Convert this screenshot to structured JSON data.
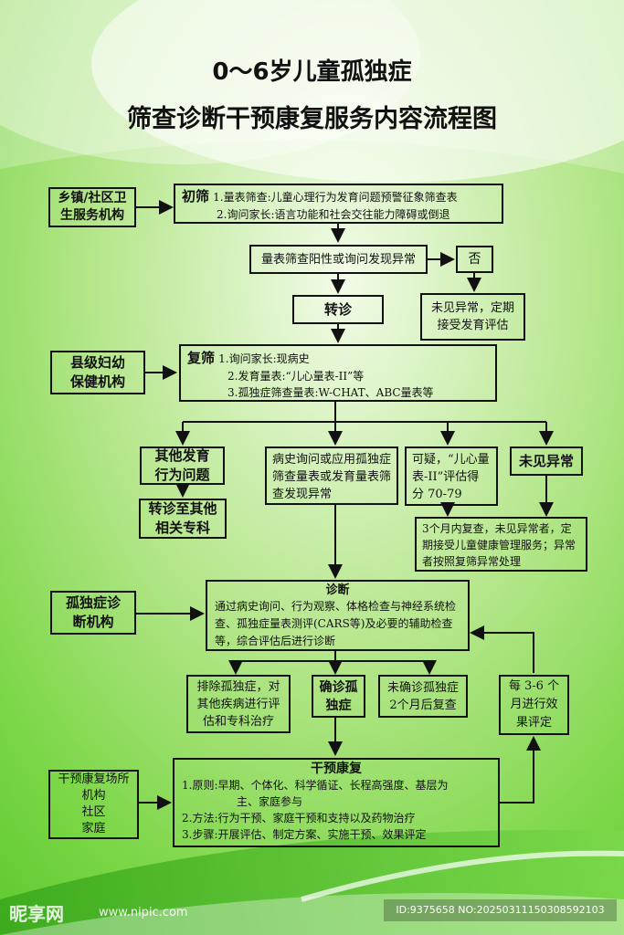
{
  "title_line1": "0～6岁儿童孤独症",
  "title_line2": "筛查诊断干预康复服务内容流程图",
  "org_township": "乡镇/社区卫生服务机构",
  "screen1": {
    "label": "初筛",
    "line1": "1.量表筛查:儿童心理行为发育问题预警征象筛查表",
    "line2": "2.询问家长:语言功能和社会交往能力障碍或倒退"
  },
  "positive": "量表筛查阳性或询问发现异常",
  "no": "否",
  "no_abnormal": "未见异常，定期接受发育评估",
  "referral": "转诊",
  "org_county": "县级妇幼保健机构",
  "screen2": {
    "label": "复筛",
    "line1": "1.询问家长:现病史",
    "line2": "2.发育量表:“儿心量表-II”等",
    "line3": "3.孤独症筛查量表:W-CHAT、ABC量表等"
  },
  "other_dev": "其他发育行为问题",
  "refer_other": "转诊至其他相关专科",
  "history_abn": "病史询问或应用孤独症筛查量表或发育量表筛查发现异常",
  "suspect": "可疑，“儿心量表-II”评估得分 70-79",
  "not_abn": "未见异常",
  "recheck": "3个月内复查，未见异常者，定期接受儿童健康管理服务；异常者按照复筛异常处理",
  "org_diag": "孤独症诊断机构",
  "diagnosis": {
    "label": "诊断",
    "text": "通过病史询问、行为观察、体格检查与神经系统检查、孤独症量表测评(CARS等)及必要的辅助检查等，综合评估后进行诊断"
  },
  "exclude": "排除孤独症，对其他疾病进行评估和专科治疗",
  "confirmed": "确诊孤独症",
  "unconfirmed": "未确诊孤独症2个月后复查",
  "evaluate": "每 3-6 个月进行效果评定",
  "org_rehab": {
    "line1": "干预康复场所",
    "line2": "机构",
    "line3": "社区",
    "line4": "家庭"
  },
  "intervention": {
    "label": "干预康复",
    "line1": "1.原则:早期、个体化、科学循证、长程高强度、基层为",
    "line1b": "主、家庭参与",
    "line2": "2.方法:行为干预、家庭干预和支持以及药物治疗",
    "line3": "3.步骤:开展评估、制定方案、实施干预、效果评定"
  },
  "watermark": {
    "logo": "昵享网",
    "url": "www.nipic.com",
    "id": "ID:9375658 NO:20250311150308592103"
  },
  "colors": {
    "bg_light": "#e9f7d6",
    "bg_green": "#6fd33a",
    "line": "#111111"
  }
}
